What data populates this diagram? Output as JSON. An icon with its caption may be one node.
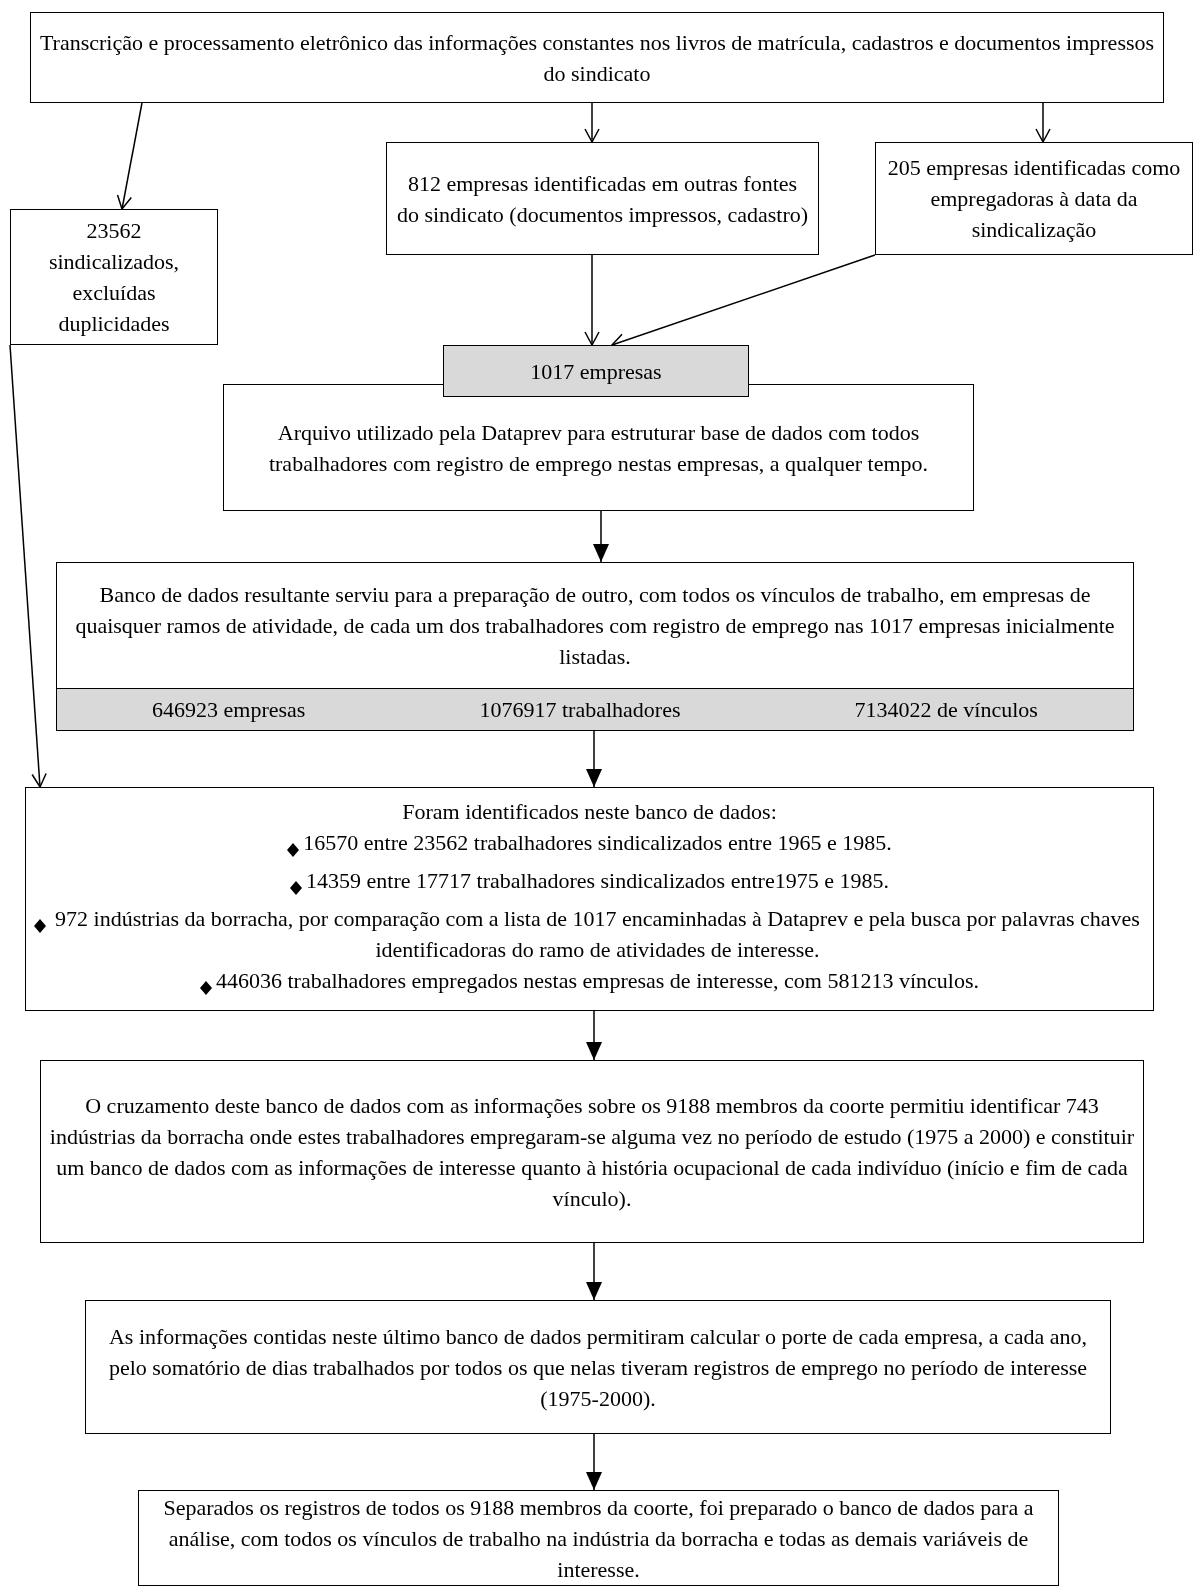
{
  "diagram": {
    "nodes": [
      {
        "text": [
          "Transcrição e processamento eletrônico das informações constantes nos livros de matrícula, cadastros e documentos impressos do sindicato"
        ]
      },
      {
        "text": [
          "23562 sindicalizados, excluídas duplicidades"
        ]
      },
      {
        "text": [
          "812 empresas identificadas em outras fontes do sindicato (documentos impressos, cadastro)"
        ]
      },
      {
        "text": [
          "205 empresas identificadas como empregadoras à data da sindicalização"
        ]
      },
      {
        "text": [
          "1017 empresas"
        ]
      },
      {
        "text": [
          "Arquivo utilizado pela Dataprev para estruturar base de dados com todos trabalhadores com registro de emprego nestas empresas, a qualquer tempo."
        ]
      },
      {
        "text": [
          "Banco de dados resultante serviu para a preparação de outro, com todos os vínculos de trabalho, em empresas de quaisquer ramos de atividade, de cada um dos trabalhadores com registro de emprego nas 1017 empresas inicialmente listadas."
        ]
      },
      {
        "text": [
          "646923 empresas",
          "1076917 trabalhadores",
          "7134022 de vínculos"
        ]
      },
      {
        "text": [
          "Foram identificados neste banco de dados:",
          "16570 entre 23562 trabalhadores sindicalizados entre 1965 e 1985.",
          "14359 entre 17717 trabalhadores sindicalizados entre1975 e 1985.",
          "972 indústrias da borracha, por comparação com a lista de 1017 encaminhadas à Dataprev e pela busca por palavras chaves identificadoras do ramo de atividades de interesse.",
          "446036 trabalhadores empregados nestas empresas de interesse, com 581213 vínculos."
        ]
      },
      {
        "text": [
          "O cruzamento deste banco de dados com as informações sobre os 9188 membros da coorte permitiu identificar 743 indústrias da borracha onde estes trabalhadores empregaram-se alguma vez no período de estudo (1975 a 2000) e constituir um banco de dados com as informações de interesse quanto à história ocupacional de cada indivíduo (início e fim de cada vínculo)."
        ]
      },
      {
        "text": [
          "As informações contidas neste último banco de dados permitiram calcular o porte de cada empresa, a cada ano, pelo somatório de dias trabalhados por todos os que nelas tiveram registros de emprego no período de interesse (1975-2000)."
        ]
      },
      {
        "text": [
          "Separados os registros de todos os 9188 membros da coorte, foi preparado o banco de dados para a análise, com todos os vínculos de trabalho na indústria da borracha e todas as demais variáveis de interesse."
        ]
      }
    ],
    "edges": [
      {
        "from": 0,
        "to": 1,
        "arrow": "to"
      },
      {
        "from": 0,
        "to": 2,
        "arrow": "to"
      },
      {
        "from": 0,
        "to": 3,
        "arrow": "to"
      },
      {
        "from": 2,
        "to": 4,
        "arrow": "to"
      },
      {
        "from": 3,
        "to": 4,
        "arrow": "to"
      },
      {
        "from": 1,
        "to": 8,
        "arrow": "to"
      },
      {
        "from": 5,
        "to": 6,
        "arrow": "to"
      },
      {
        "from": 7,
        "to": 8,
        "arrow": "to"
      },
      {
        "from": 8,
        "to": 9,
        "arrow": "to"
      },
      {
        "from": 9,
        "to": 10,
        "arrow": "to"
      },
      {
        "from": 10,
        "to": 11,
        "arrow": "to"
      }
    ]
  }
}
